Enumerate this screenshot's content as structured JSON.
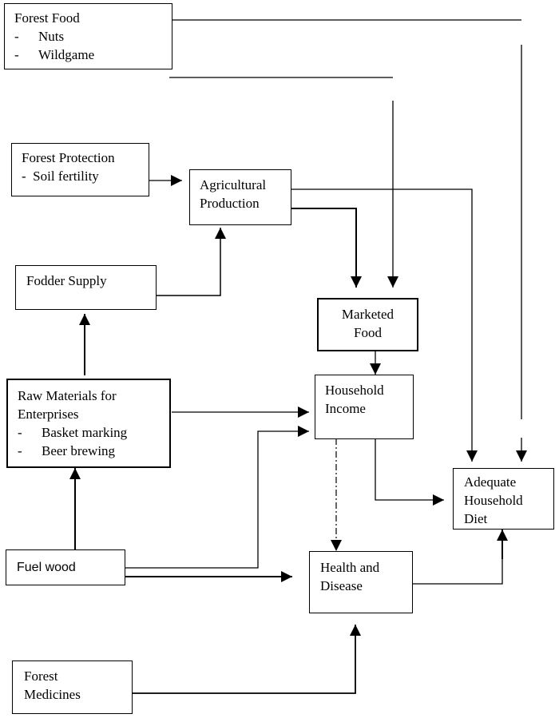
{
  "diagram": {
    "nodes": {
      "forest_food": {
        "title": "Forest Food",
        "items": [
          "Nuts",
          "Wildgame"
        ]
      },
      "forest_protection": {
        "title": "Forest Protection",
        "items": [
          "Soil fertility"
        ]
      },
      "agricultural_production": {
        "lines": [
          "Agricultural",
          "Production"
        ]
      },
      "fodder_supply": {
        "lines": [
          "Fodder Supply"
        ]
      },
      "marketed_food": {
        "lines": [
          "Marketed",
          "Food"
        ]
      },
      "raw_materials": {
        "title_lines": [
          "Raw Materials for",
          "Enterprises"
        ],
        "items": [
          "Basket marking",
          "Beer brewing"
        ]
      },
      "household_income": {
        "lines": [
          "Household",
          "Income"
        ]
      },
      "adequate_household_diet": {
        "lines": [
          "Adequate",
          "Household",
          "Diet"
        ]
      },
      "fuel_wood": {
        "lines": [
          "Fuel wood"
        ]
      },
      "health_and_disease": {
        "lines": [
          "Health and",
          "Disease"
        ]
      },
      "forest_medicines": {
        "lines": [
          "Forest",
          "Medicines"
        ]
      }
    },
    "bullet": "-",
    "edges": [
      {
        "from": "forest_food",
        "to": "marketed_food",
        "style": "solid"
      },
      {
        "from": "forest_food",
        "to": "adequate_household_diet",
        "style": "solid"
      },
      {
        "from": "forest_protection",
        "to": "agricultural_production",
        "style": "solid"
      },
      {
        "from": "agricultural_production",
        "to": "marketed_food",
        "style": "solid"
      },
      {
        "from": "agricultural_production",
        "to": "adequate_household_diet",
        "style": "solid"
      },
      {
        "from": "fodder_supply",
        "to": "agricultural_production",
        "style": "solid"
      },
      {
        "from": "raw_materials",
        "to": "fodder_supply",
        "style": "solid"
      },
      {
        "from": "raw_materials",
        "to": "household_income",
        "style": "solid"
      },
      {
        "from": "marketed_food",
        "to": "household_income",
        "style": "solid"
      },
      {
        "from": "household_income",
        "to": "adequate_household_diet",
        "style": "solid"
      },
      {
        "from": "household_income",
        "to": "health_and_disease",
        "style": "dash-dot"
      },
      {
        "from": "fuel_wood",
        "to": "raw_materials",
        "style": "solid"
      },
      {
        "from": "fuel_wood",
        "to": "household_income",
        "style": "solid"
      },
      {
        "from": "fuel_wood",
        "to": "health_and_disease",
        "style": "solid"
      },
      {
        "from": "health_and_disease",
        "to": "adequate_household_diet",
        "style": "solid"
      },
      {
        "from": "forest_medicines",
        "to": "health_and_disease",
        "style": "solid"
      }
    ]
  }
}
